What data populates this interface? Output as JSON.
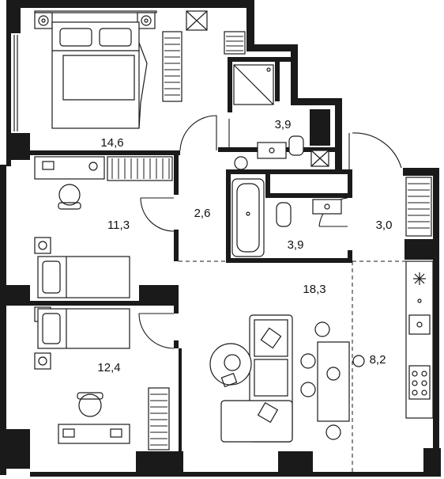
{
  "floor_plan": {
    "rooms": [
      {
        "id": "bedroom-1",
        "area": "14,6"
      },
      {
        "id": "bathroom-1",
        "area": "3,9"
      },
      {
        "id": "bedroom-2",
        "area": "11,3"
      },
      {
        "id": "corridor",
        "area": "2,6"
      },
      {
        "id": "bathroom-2",
        "area": "3,9"
      },
      {
        "id": "hallway",
        "area": "3,0"
      },
      {
        "id": "living-room",
        "area": "18,3"
      },
      {
        "id": "bedroom-3",
        "area": "12,4"
      },
      {
        "id": "kitchen",
        "area": "8,2"
      }
    ]
  }
}
